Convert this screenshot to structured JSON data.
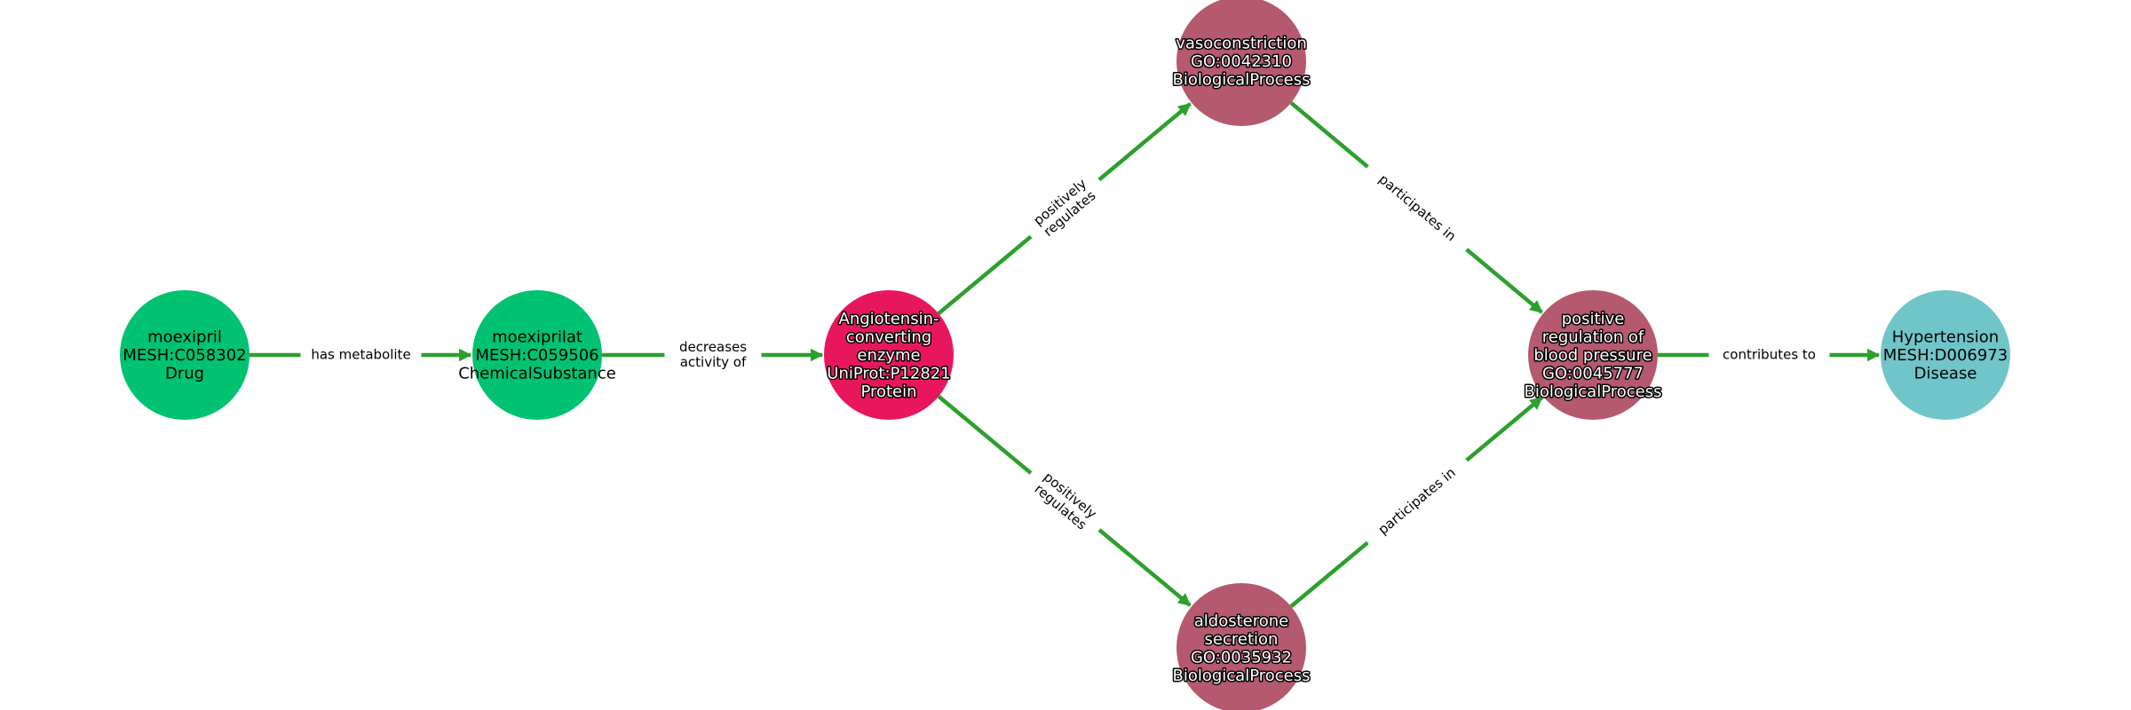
{
  "colors": {
    "edge": "#2ca02c",
    "Drug": "#00c271",
    "ChemicalSubstance": "#00c271",
    "Protein": "#e8175d",
    "BiologicalProcess": "#b5596f",
    "Disease": "#70c5c9"
  },
  "nodes": [
    {
      "id": "moexipril",
      "lines": [
        "moexipril",
        "MESH:C058302",
        "Drug"
      ],
      "type": "Drug"
    },
    {
      "id": "moexiprilat",
      "lines": [
        "moexiprilat",
        "MESH:C059506",
        "ChemicalSubstance"
      ],
      "type": "ChemicalSubstance"
    },
    {
      "id": "ace",
      "lines": [
        "Angiotensin-",
        "converting",
        "enzyme",
        "UniProt:P12821",
        "Protein"
      ],
      "type": "Protein"
    },
    {
      "id": "vaso",
      "lines": [
        "vasoconstriction",
        "GO:0042310",
        "BiologicalProcess"
      ],
      "type": "BiologicalProcess"
    },
    {
      "id": "aldo",
      "lines": [
        "aldosterone",
        "secretion",
        "GO:0035932",
        "BiologicalProcess"
      ],
      "type": "BiologicalProcess"
    },
    {
      "id": "posreg",
      "lines": [
        "positive",
        "regulation of",
        "blood pressure",
        "GO:0045777",
        "BiologicalProcess"
      ],
      "type": "BiologicalProcess"
    },
    {
      "id": "hyper",
      "lines": [
        "Hypertension",
        "MESH:D006973",
        "Disease"
      ],
      "type": "Disease"
    }
  ],
  "edges": [
    {
      "source": "moexipril",
      "target": "moexiprilat",
      "label": [
        "has metabolite"
      ]
    },
    {
      "source": "moexiprilat",
      "target": "ace",
      "label": [
        "decreases",
        "activity of"
      ]
    },
    {
      "source": "ace",
      "target": "vaso",
      "label": [
        "positively",
        "regulates"
      ]
    },
    {
      "source": "ace",
      "target": "aldo",
      "label": [
        "positively",
        "regulates"
      ]
    },
    {
      "source": "vaso",
      "target": "posreg",
      "label": [
        "participates in"
      ]
    },
    {
      "source": "aldo",
      "target": "posreg",
      "label": [
        "participates in"
      ]
    },
    {
      "source": "posreg",
      "target": "hyper",
      "label": [
        "contributes to"
      ]
    }
  ]
}
